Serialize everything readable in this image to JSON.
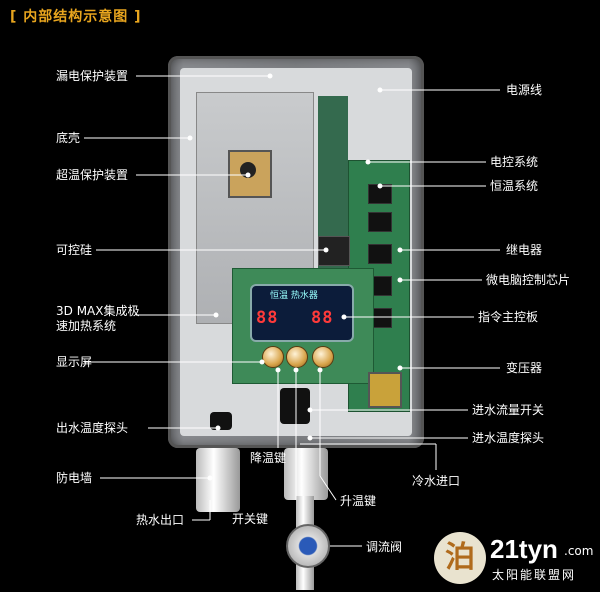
{
  "title": "[ 内部结构示意图 ]",
  "labels_left": [
    "漏电保护装置",
    "底壳",
    "超温保护装置",
    "可控硅",
    "3D MAX集成极",
    "速加热系统",
    "显示屏",
    "出水温度探头",
    "防电墙",
    "热水出口"
  ],
  "labels_right": [
    "电源线",
    "电控系统",
    "恒温系统",
    "继电器",
    "微电脑控制芯片",
    "指令主控板",
    "变压器",
    "进水流量开关",
    "进水温度探头",
    "冷水进口"
  ],
  "labels_bottom": [
    "降温键",
    "升温键",
    "开关键",
    "调流阀"
  ],
  "display": {
    "brand": "恒温 热水器",
    "temp_left": "88",
    "temp_right": "88"
  },
  "watermark": {
    "mark": "泊",
    "site": "21tyn",
    "tld": ".com",
    "name": "太阳能联盟网"
  },
  "colors": {
    "title": "#e8a51e",
    "background": "#000000",
    "board": "#3e8a58",
    "lcd_digits": "#ff3a3a"
  }
}
